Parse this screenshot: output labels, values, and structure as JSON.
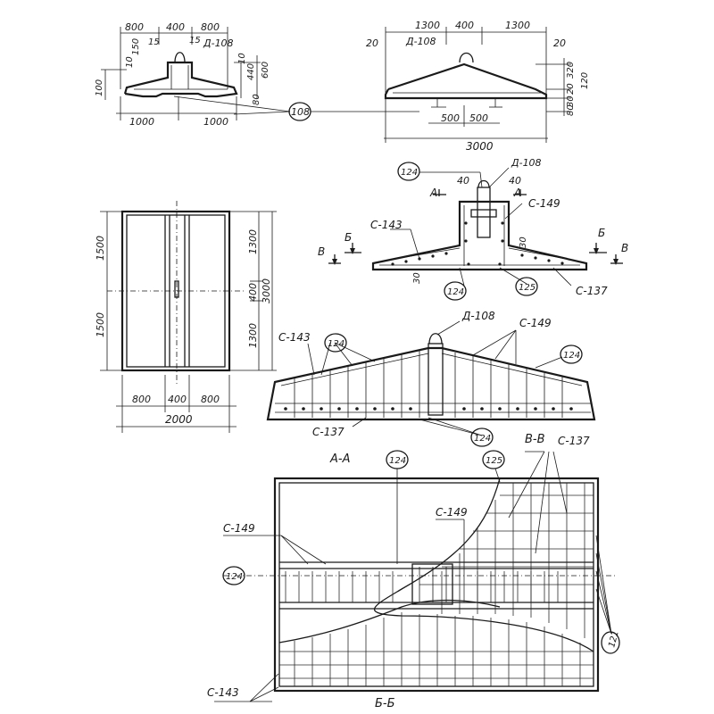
{
  "top_left": {
    "dims_top": [
      "800",
      "400",
      "800"
    ],
    "d108": "Д-108",
    "v150": "150",
    "v15a": "15",
    "v15b": "15",
    "v10a": "10",
    "v10b": "10",
    "v100": "100",
    "v440": "440",
    "v600": "600",
    "v80": "80",
    "dims_bottom": [
      "1000",
      "1000"
    ]
  },
  "callout_108": "108",
  "top_right": {
    "dims_top": [
      "1300",
      "400",
      "1300"
    ],
    "v20a": "20",
    "v20b": "20",
    "d108": "Д-108",
    "v320": "320",
    "v20c": "20",
    "v30": "30",
    "v120": "120",
    "v80": "80",
    "dims_mid": [
      "500",
      "500"
    ],
    "total": "3000"
  },
  "plan_view": {
    "left_dims": [
      "1500",
      "1500"
    ],
    "right_dims": [
      "1300",
      "400",
      "1300"
    ],
    "total_right": "3000",
    "bottom_dims": [
      "800",
      "400",
      "800"
    ],
    "total_bottom": "2000"
  },
  "section_mid": {
    "m124": "124",
    "d108": "Д-108",
    "v40a": "40",
    "v40b": "40",
    "secA_left": "А",
    "secA_right": "А",
    "c149": "С-149",
    "c143": "С-143",
    "secB_left": "Б",
    "secB_right": "Б",
    "secV_left": "В",
    "secV_right": "В",
    "v30a": "30",
    "v30b": "30",
    "m124b": "124",
    "m125": "125",
    "c137": "С-137"
  },
  "elevation": {
    "d108": "Д-108",
    "c149": "С-149",
    "c143": "С-143",
    "m124a": "124",
    "m124b": "124",
    "c137": "С-137",
    "m124c": "124"
  },
  "bottom_section": {
    "aa": "А-А",
    "m124a": "124",
    "m125": "125",
    "vv": "В-В",
    "c137": "С-137",
    "c149a": "С-149",
    "c149b": "С-149",
    "m124b": "124",
    "m121": "121",
    "c143": "С-143",
    "bb": "Б-Б"
  }
}
